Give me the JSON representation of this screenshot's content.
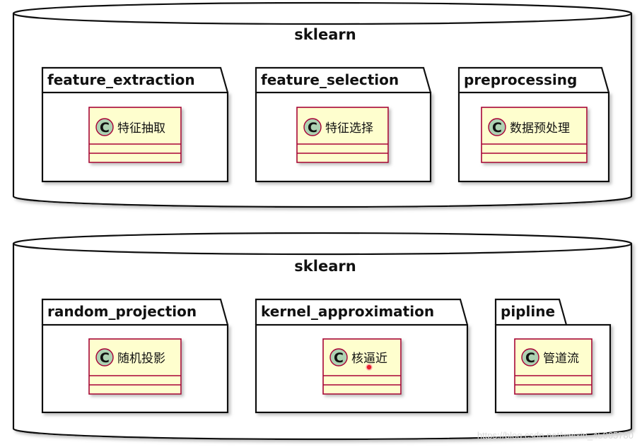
{
  "colors": {
    "line": "#111111",
    "class_fill": "#fefece",
    "class_border": "#a80036",
    "circle_fill": "#add1b2",
    "shadow": "#b9b9b9",
    "cursor": "#e8202b"
  },
  "databases": [
    {
      "title": "sklearn",
      "packages": [
        {
          "name": "feature_extraction",
          "class_icon": "C",
          "class_name": "特征抽取"
        },
        {
          "name": "feature_selection",
          "class_icon": "C",
          "class_name": "特征选择"
        },
        {
          "name": "preprocessing",
          "class_icon": "C",
          "class_name": "数据预处理"
        }
      ]
    },
    {
      "title": "sklearn",
      "packages": [
        {
          "name": "random_projection",
          "class_icon": "C",
          "class_name": "随机投影"
        },
        {
          "name": "kernel_approximation",
          "class_icon": "C",
          "class_name": "核逼近"
        },
        {
          "name": "pipline",
          "class_icon": "C",
          "class_name": "管道流"
        }
      ]
    }
  ],
  "watermark": "https://blog.csdn.net/weixin_45065780"
}
